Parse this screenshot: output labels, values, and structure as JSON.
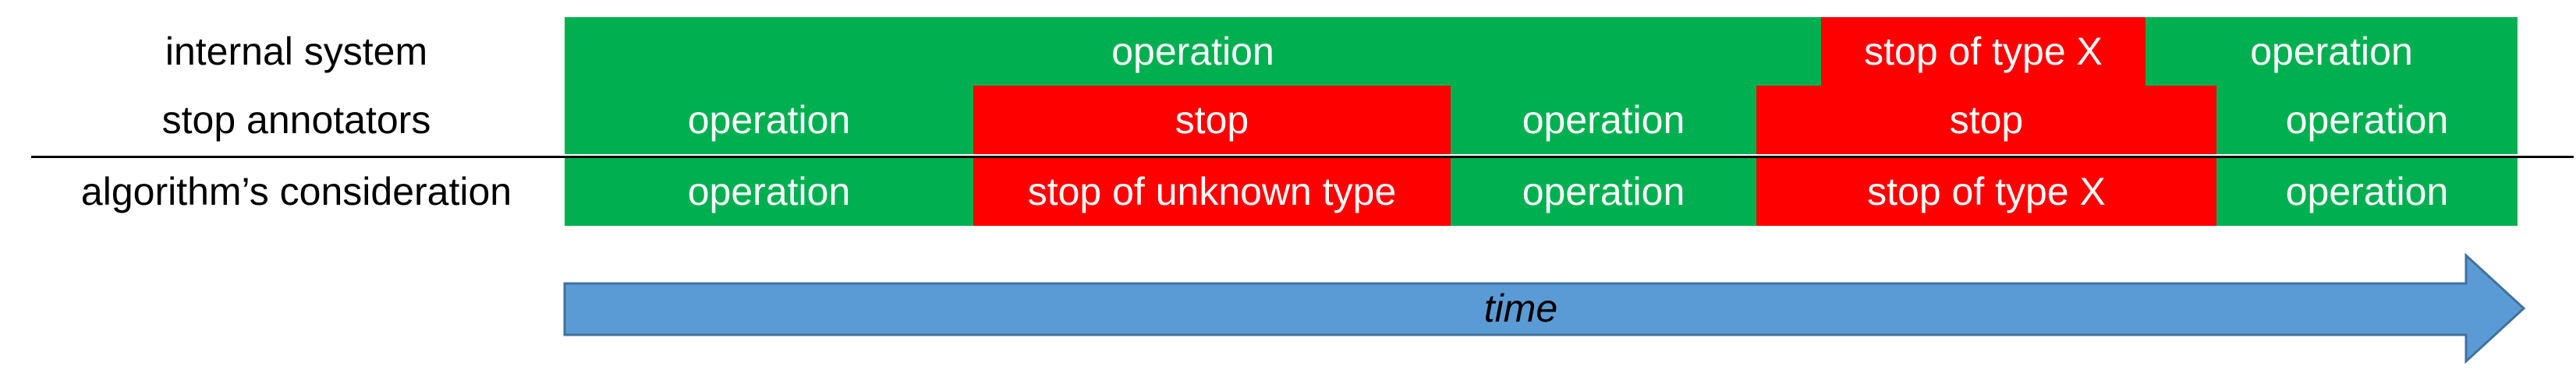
{
  "colors": {
    "operation": "#00b050",
    "stop": "#ff0000",
    "time_arrow": "#5b9bd5"
  },
  "rows": [
    {
      "label": "internal system",
      "segments": [
        {
          "text": "operation",
          "state": "operation"
        },
        {
          "text": "stop of type X",
          "state": "stop"
        },
        {
          "text": "operation",
          "state": "operation"
        }
      ]
    },
    {
      "label": "stop annotators",
      "segments": [
        {
          "text": "operation",
          "state": "operation"
        },
        {
          "text": "stop",
          "state": "stop"
        },
        {
          "text": "operation",
          "state": "operation"
        },
        {
          "text": "stop",
          "state": "stop"
        },
        {
          "text": "operation",
          "state": "operation"
        }
      ]
    },
    {
      "label": "algorithm’s consideration",
      "segments": [
        {
          "text": "operation",
          "state": "operation"
        },
        {
          "text": "stop of unknown type",
          "state": "stop"
        },
        {
          "text": "operation",
          "state": "operation"
        },
        {
          "text": "stop of type X",
          "state": "stop"
        },
        {
          "text": "operation",
          "state": "operation"
        }
      ]
    }
  ],
  "time_label": "time"
}
